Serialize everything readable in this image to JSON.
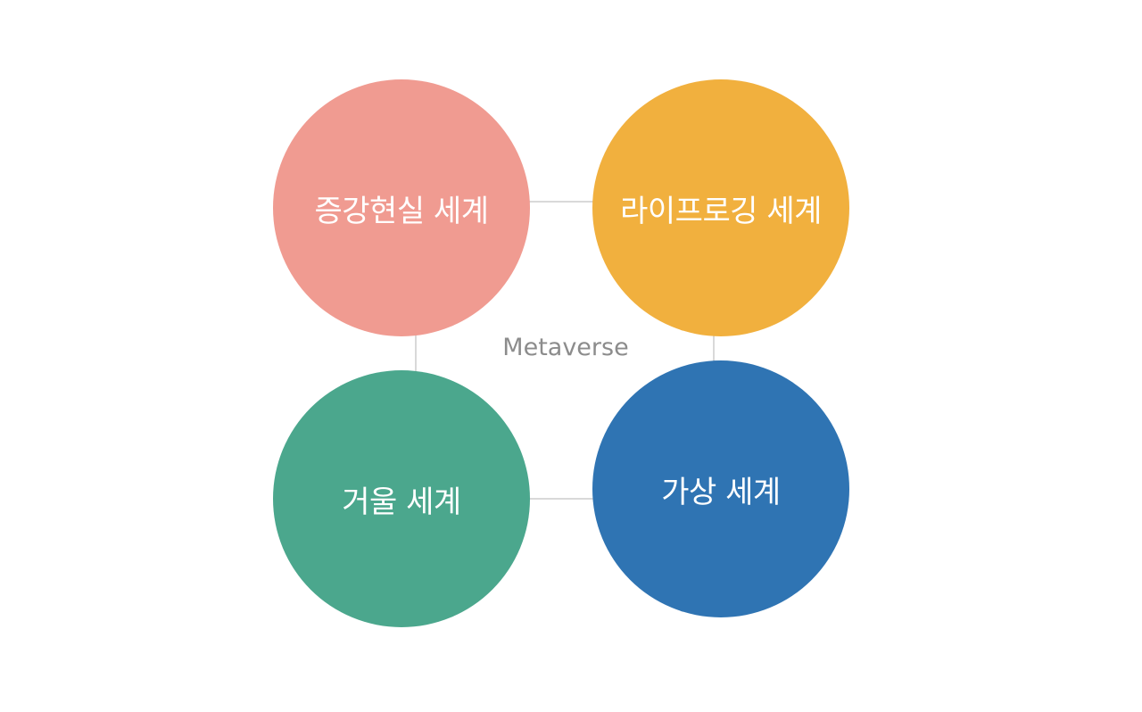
{
  "center_label": "Metaverse",
  "nodes": [
    {
      "label": "증강현실 세계",
      "color": "#f09b91"
    },
    {
      "label": "라이프로깅 세계",
      "color": "#f1b03e"
    },
    {
      "label": "거울 세계",
      "color": "#4ba78d"
    },
    {
      "label": "가상 세계",
      "color": "#2f74b3"
    }
  ],
  "connector_color": "#d9d9d9"
}
